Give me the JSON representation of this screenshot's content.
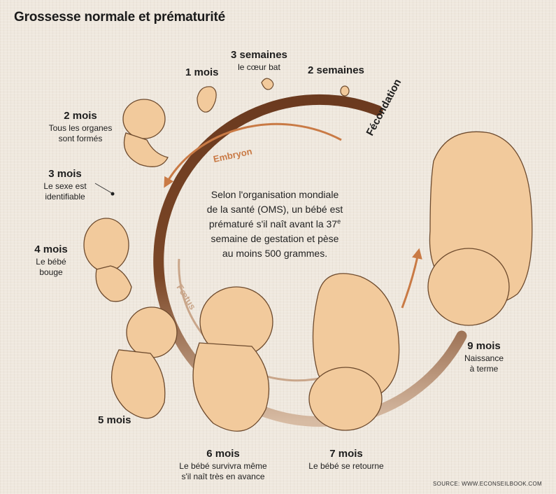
{
  "title": "Grossesse normale et prématurité",
  "arc_labels": {
    "fecondation": "Fécondation",
    "embryon": "Embryon",
    "foetus": "Fœtus"
  },
  "info": {
    "line1": "Selon l'organisation mondiale",
    "line2": "de la santé (OMS), un bébé est",
    "line3_before": "prématuré s'il naît avant la 37",
    "line3_sup": "e",
    "line4": "semaine de gestation et pèse",
    "line5": "au moins 500 grammes."
  },
  "stages": [
    {
      "id": "2-semaines",
      "label": "2 semaines",
      "desc": []
    },
    {
      "id": "3-semaines",
      "label": "3 semaines",
      "desc": [
        "le cœur bat"
      ]
    },
    {
      "id": "1-mois",
      "label": "1 mois",
      "desc": []
    },
    {
      "id": "2-mois",
      "label": "2 mois",
      "desc": [
        "Tous les organes",
        "sont formés"
      ]
    },
    {
      "id": "3-mois",
      "label": "3 mois",
      "desc": [
        "Le sexe est",
        "identifiable"
      ]
    },
    {
      "id": "4-mois",
      "label": "4 mois",
      "desc": [
        "Le bébé",
        "bouge"
      ]
    },
    {
      "id": "5-mois",
      "label": "5 mois",
      "desc": []
    },
    {
      "id": "6-mois",
      "label": "6 mois",
      "desc": [
        "Le bébé survivra même",
        "s'il naît très en avance"
      ]
    },
    {
      "id": "7-mois",
      "label": "7 mois",
      "desc": [
        "Le bébé se retourne"
      ]
    },
    {
      "id": "9-mois",
      "label": "9 mois",
      "desc": [
        "Naissance",
        "à terme"
      ]
    }
  ],
  "source": "SOURCE: WWW.ECONSEILBOOK.COM",
  "colors": {
    "ring_dark": "#6b3a1f",
    "ring_light": "#c9a68a",
    "arrow_orange": "#c97a45",
    "skin": "#f2ca9c",
    "outline": "#6d4a2d",
    "background": "#efe8de"
  }
}
